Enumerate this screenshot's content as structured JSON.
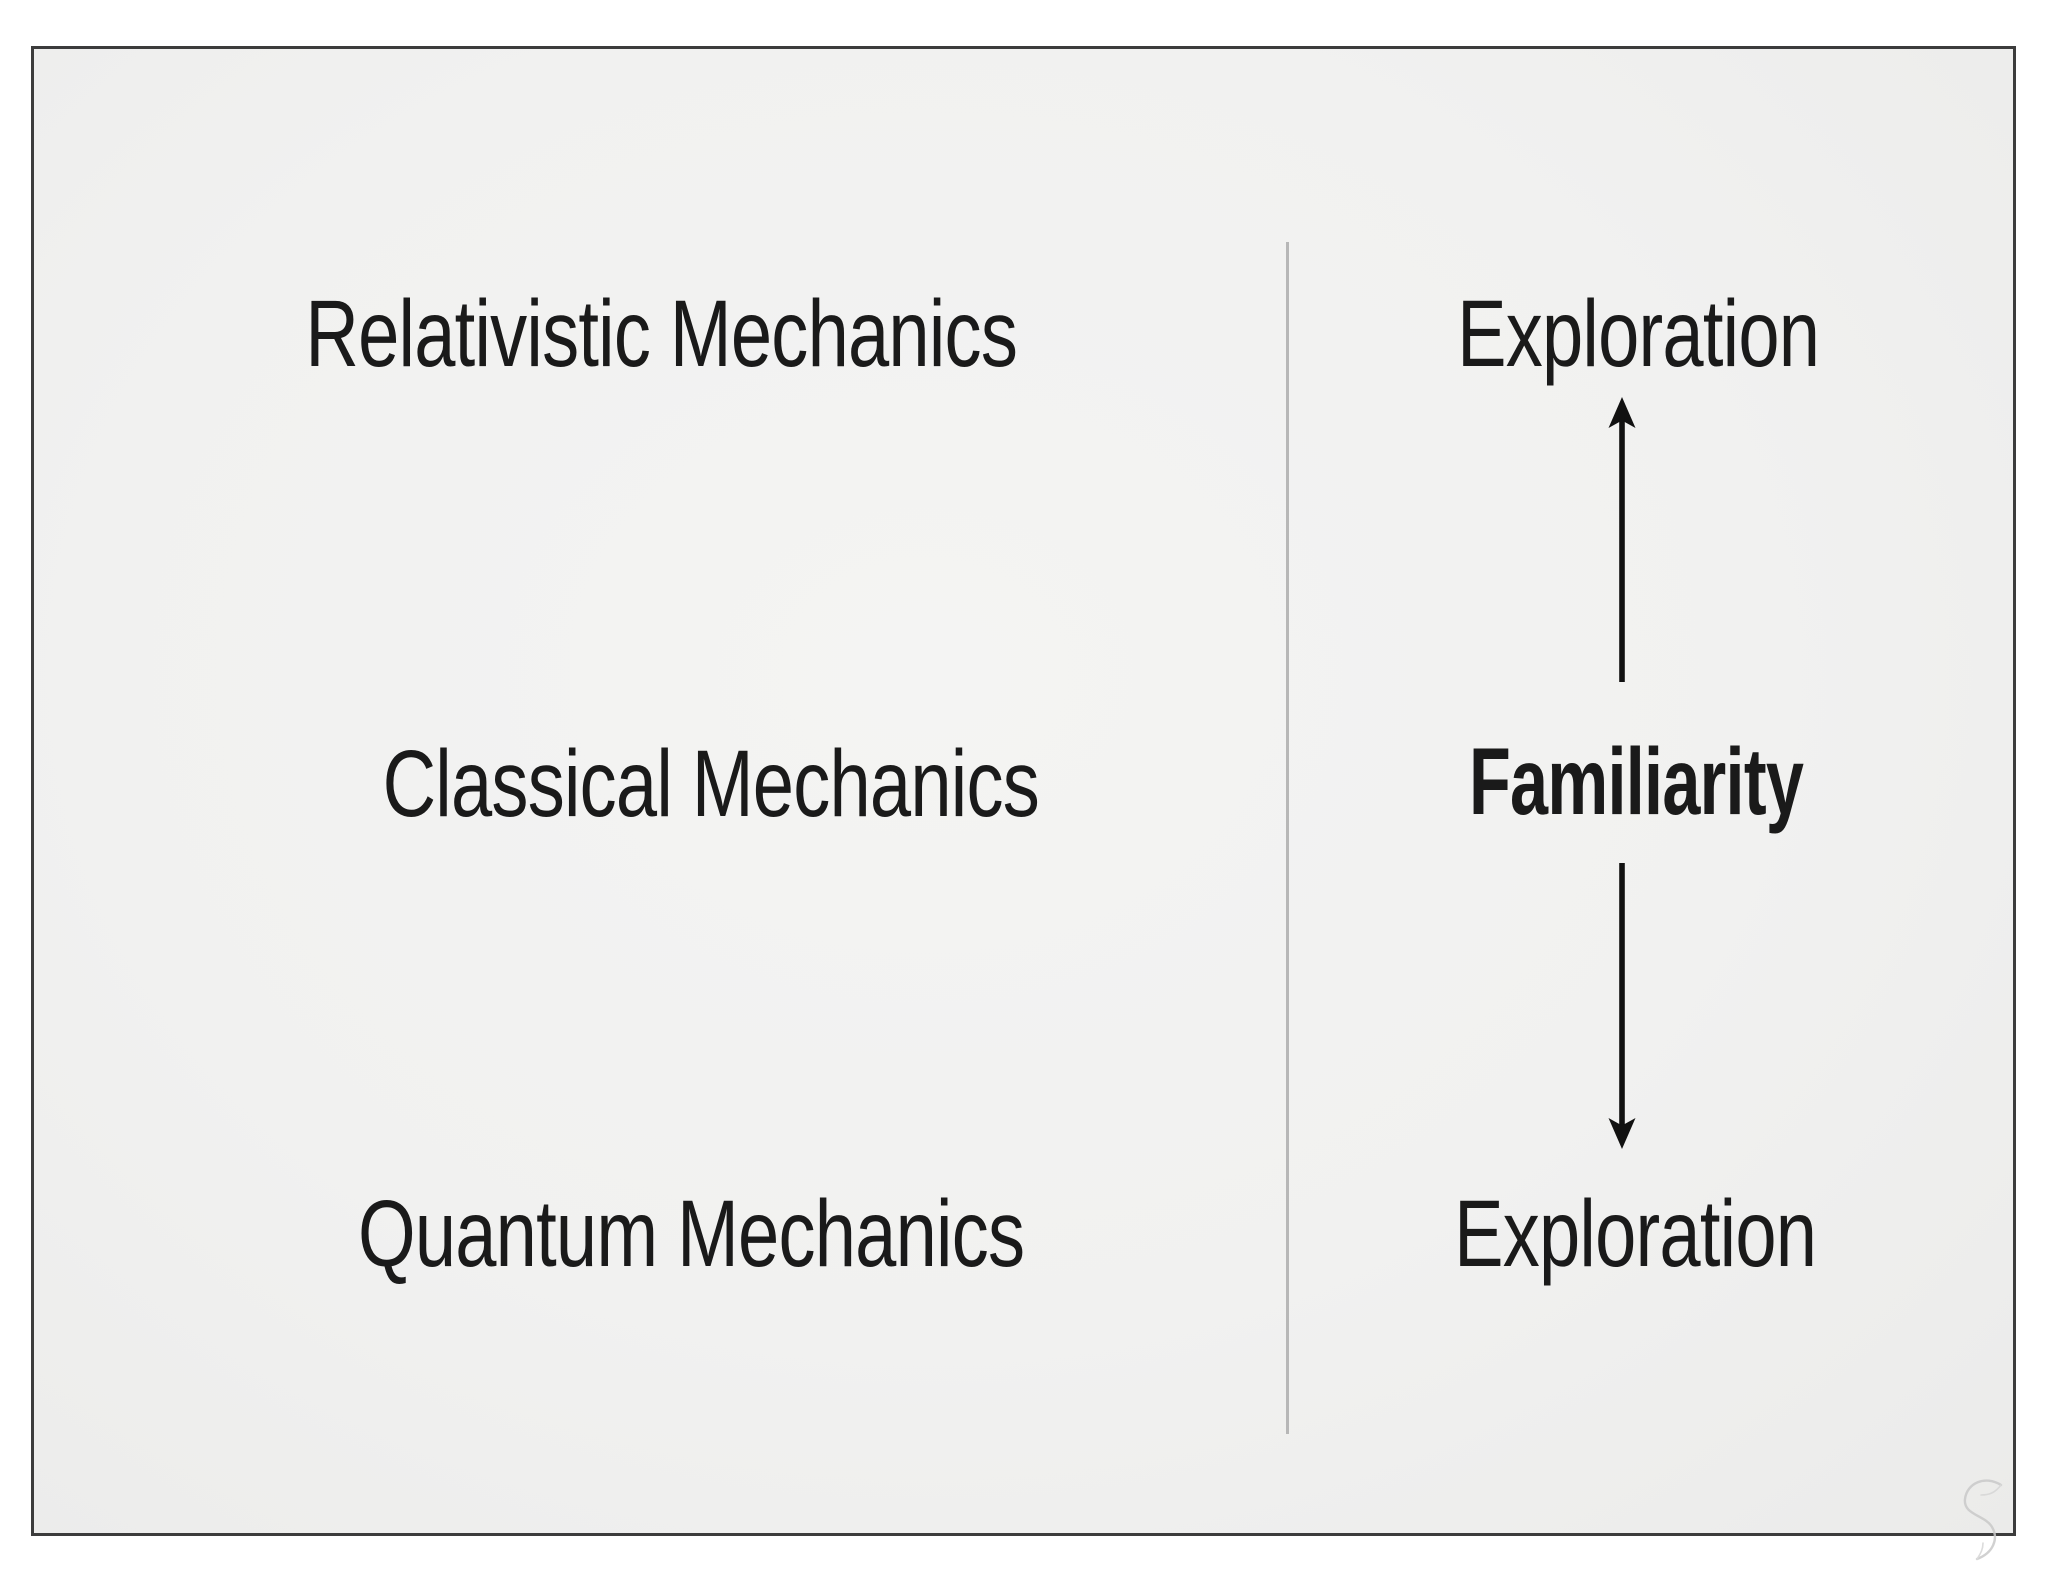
{
  "slide": {
    "left_column": {
      "items": [
        {
          "label": "Relativistic Mechanics"
        },
        {
          "label": "Classical Mechanics"
        },
        {
          "label": "Quantum Mechanics"
        }
      ]
    },
    "right_column": {
      "top_label": "Exploration",
      "middle_label": "Familiarity",
      "bottom_label": "Exploration"
    },
    "icons": {
      "up_arrow": "arrow-up",
      "down_arrow": "arrow-down",
      "watermark": "swirl-s-watermark"
    },
    "colors": {
      "slide_background": "#f1f1f0",
      "text": "#1a1a1a",
      "divider": "#b7b7b7",
      "frame_border": "#3c3c3c",
      "arrow": "#111111",
      "watermark": "#c9c9c9"
    }
  }
}
